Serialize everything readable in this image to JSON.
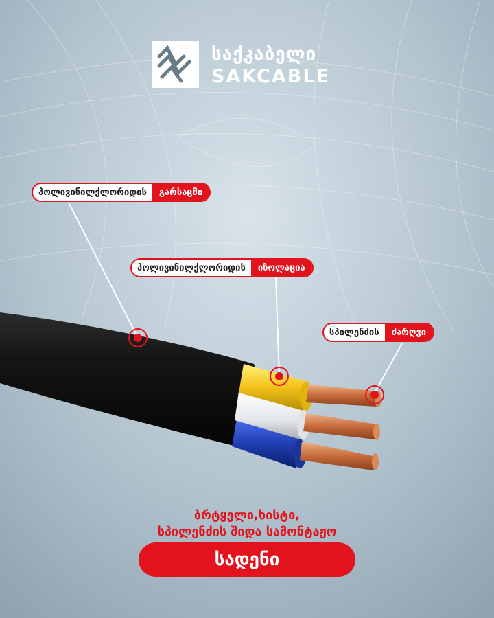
{
  "brand": {
    "name_geo": "საქკაბელი",
    "name_lat": "SAKCABLE"
  },
  "callouts": {
    "sheath": {
      "text": "პოლივინილქლორიდის",
      "highlight": "გარსაცმი"
    },
    "insulation": {
      "text": "პოლივინილქლორიდის",
      "highlight": "იზოლაცია"
    },
    "core": {
      "text": "სპილენძის",
      "highlight": "ძარღვი"
    }
  },
  "description": {
    "line1": "ბრტყელი,ხისტი,",
    "line2": "სპილენძის შიდა სამონტაჟო"
  },
  "product_label": "სადენი",
  "colors": {
    "accent": "#e3131e",
    "yellow": "#f1c40f",
    "blue": "#1f3fb3",
    "copper": "#c8703d"
  }
}
